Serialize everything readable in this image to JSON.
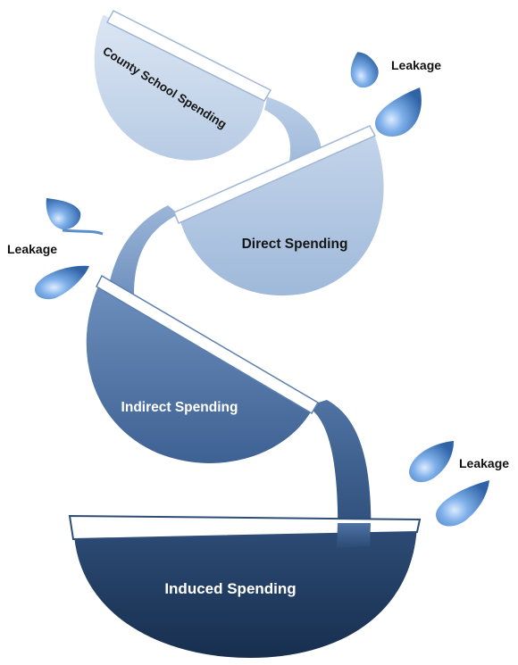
{
  "bowls": {
    "county_school": "County School Spending",
    "direct": "Direct Spending",
    "indirect": "Indirect Spending",
    "induced": "Induced Spending"
  },
  "leakage": {
    "top_right": "Leakage",
    "left": "Leakage",
    "bottom_right": "Leakage"
  },
  "colors": {
    "bowl1": "#bccfe6",
    "bowl2": "#a7c0df",
    "bowl3": "#4a6fa0",
    "bowl4": "#1f3a5f",
    "rim": "#ffffff",
    "drop": "#5a8ed0"
  }
}
